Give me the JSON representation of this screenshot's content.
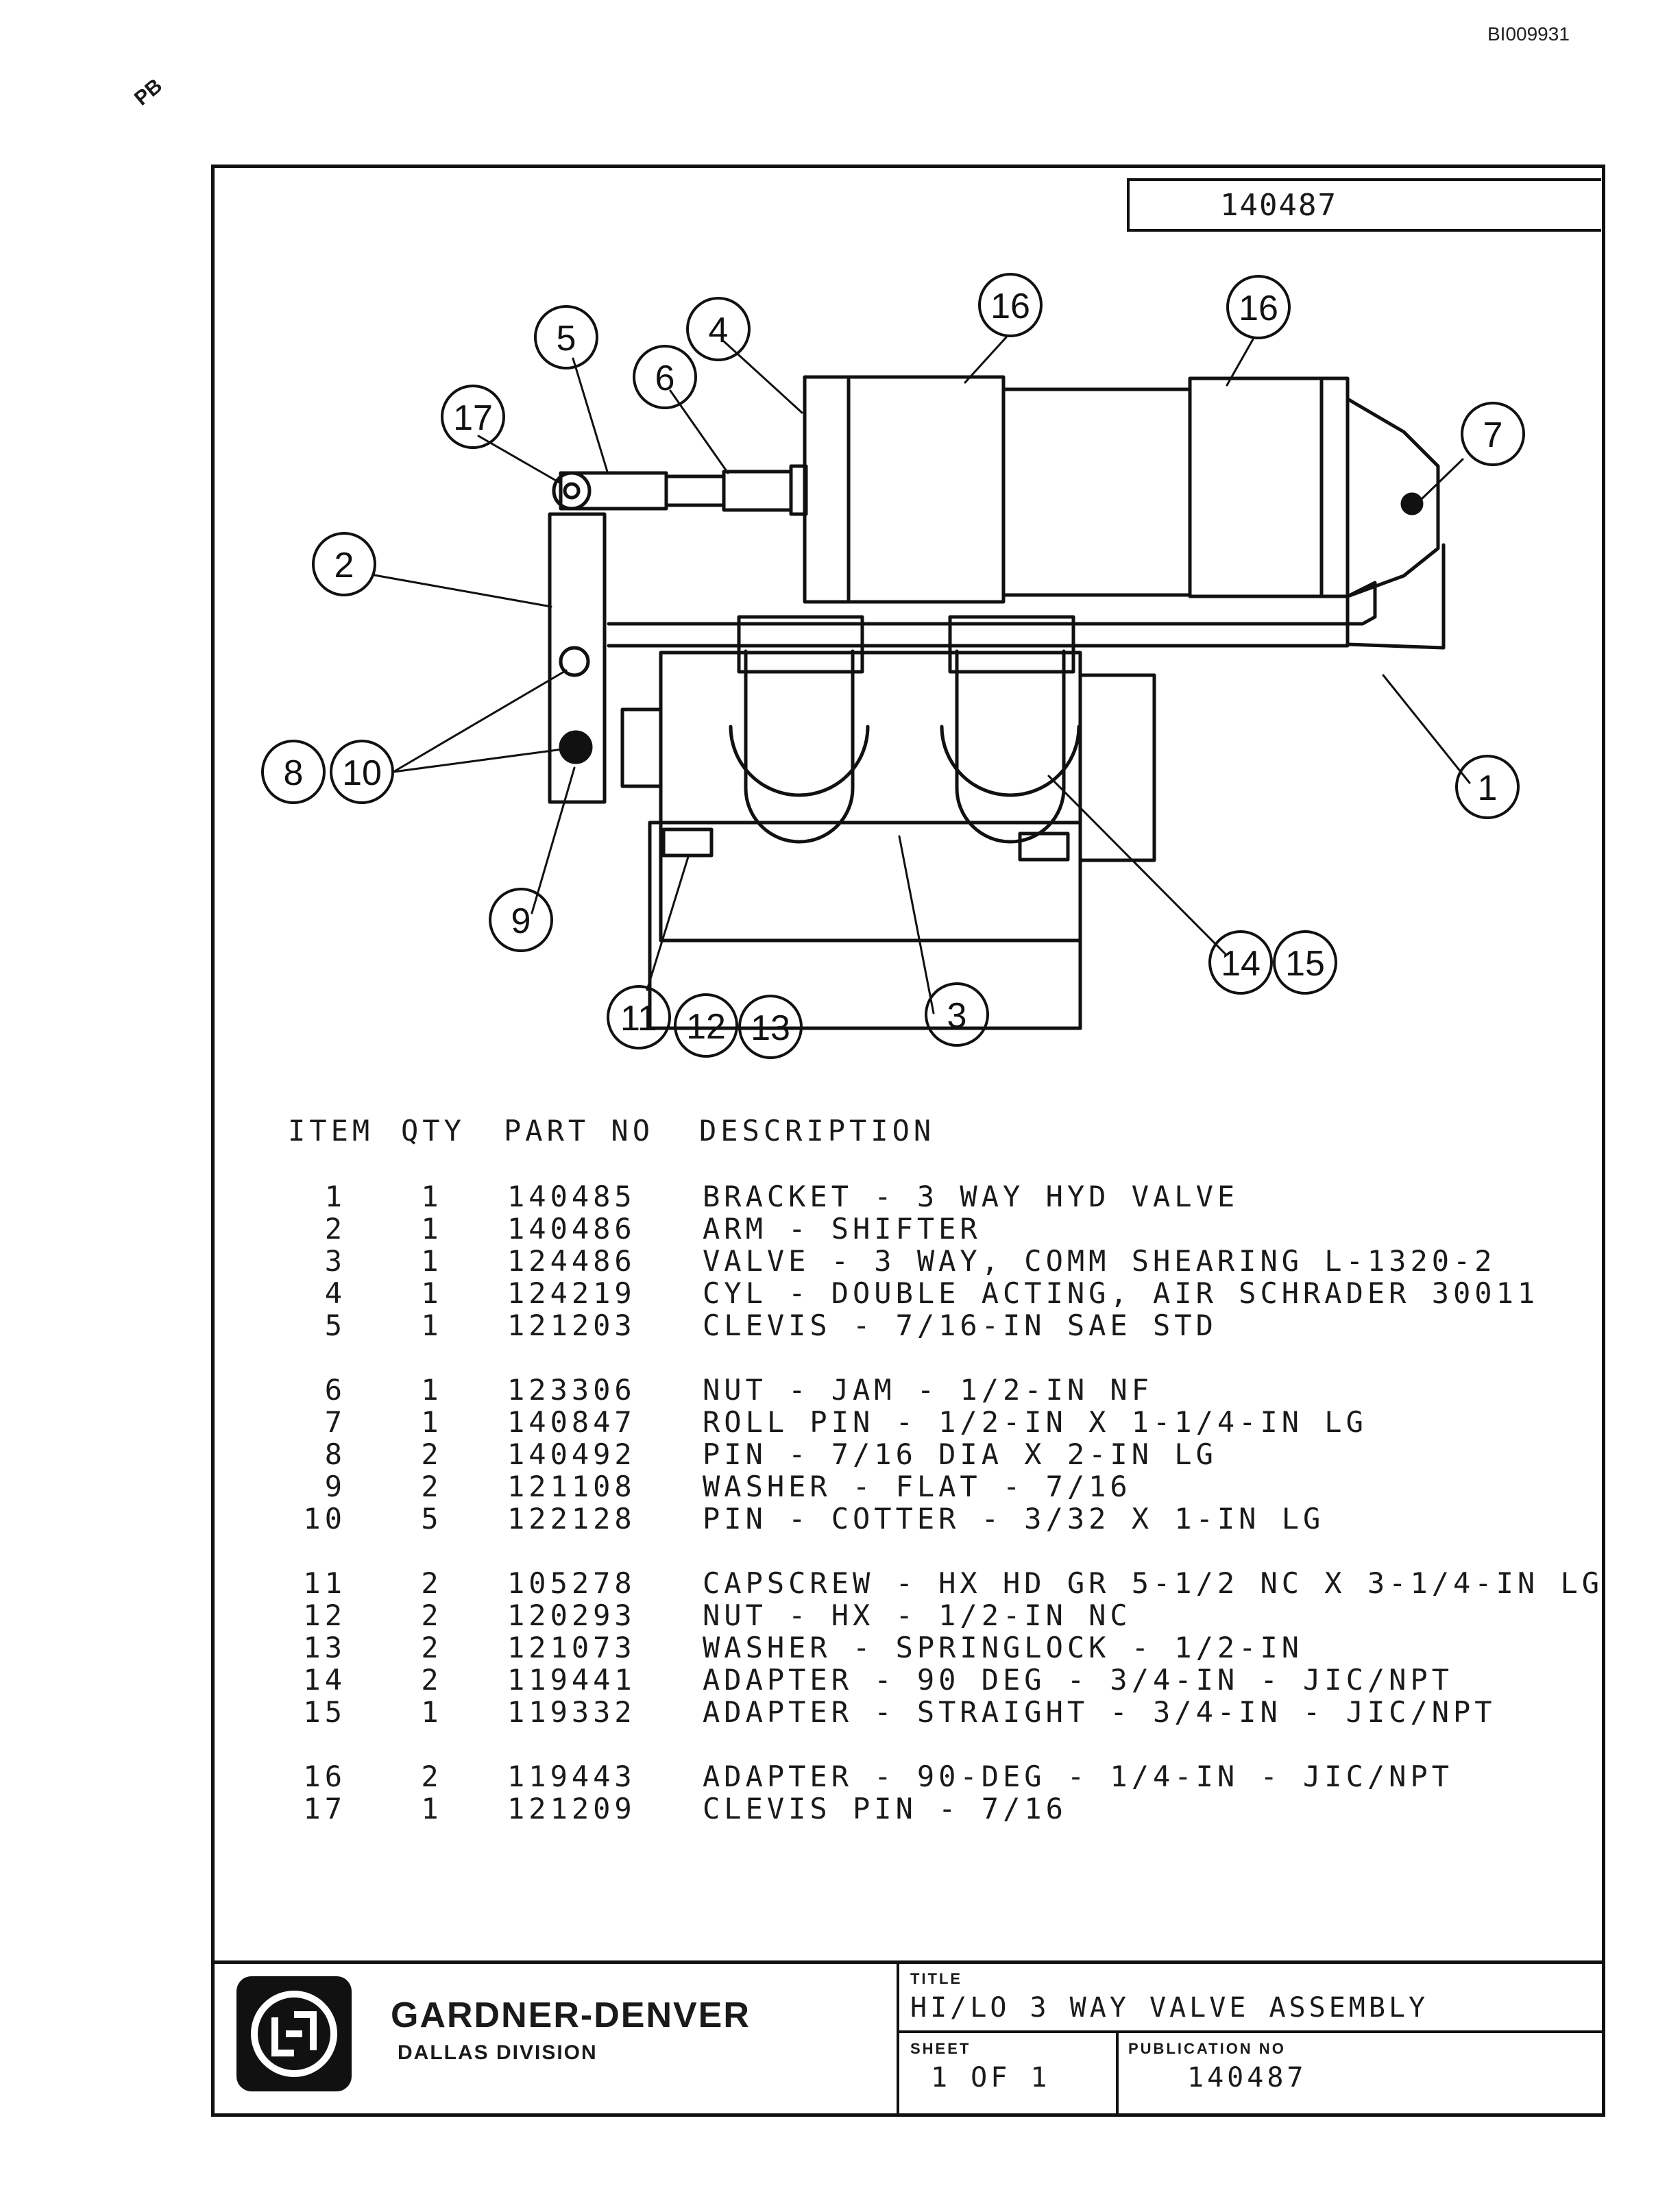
{
  "header": {
    "bates_number": "BI009931",
    "corner_mark": "PB",
    "drawing_number": "140487"
  },
  "balloons": [
    "17",
    "5",
    "6",
    "4",
    "16",
    "16",
    "7",
    "2",
    "8",
    "10",
    "9",
    "1",
    "14",
    "15",
    "11",
    "12",
    "13",
    "3"
  ],
  "parts_list": {
    "columns": {
      "item": "ITEM",
      "qty": "QTY",
      "part_no": "PART NO",
      "description": "DESCRIPTION"
    },
    "rows": [
      {
        "item": "1",
        "qty": "1",
        "part_no": "140485",
        "description": "BRACKET - 3 WAY HYD VALVE"
      },
      {
        "item": "2",
        "qty": "1",
        "part_no": "140486",
        "description": "ARM - SHIFTER"
      },
      {
        "item": "3",
        "qty": "1",
        "part_no": "124486",
        "description": "VALVE - 3 WAY, COMM SHEARING L-1320-2"
      },
      {
        "item": "4",
        "qty": "1",
        "part_no": "124219",
        "description": "CYL - DOUBLE ACTING, AIR SCHRADER 30011"
      },
      {
        "item": "5",
        "qty": "1",
        "part_no": "121203",
        "description": "CLEVIS - 7/16-IN SAE STD"
      },
      {
        "item": "6",
        "qty": "1",
        "part_no": "123306",
        "description": "NUT - JAM - 1/2-IN NF"
      },
      {
        "item": "7",
        "qty": "1",
        "part_no": "140847",
        "description": "ROLL PIN - 1/2-IN X 1-1/4-IN LG"
      },
      {
        "item": "8",
        "qty": "2",
        "part_no": "140492",
        "description": "PIN - 7/16 DIA X 2-IN LG"
      },
      {
        "item": "9",
        "qty": "2",
        "part_no": "121108",
        "description": "WASHER - FLAT - 7/16"
      },
      {
        "item": "10",
        "qty": "5",
        "part_no": "122128",
        "description": "PIN - COTTER - 3/32 X 1-IN LG"
      },
      {
        "item": "11",
        "qty": "2",
        "part_no": "105278",
        "description": "CAPSCREW - HX HD GR 5-1/2 NC X 3-1/4-IN LG"
      },
      {
        "item": "12",
        "qty": "2",
        "part_no": "120293",
        "description": "NUT - HX - 1/2-IN NC"
      },
      {
        "item": "13",
        "qty": "2",
        "part_no": "121073",
        "description": "WASHER - SPRINGLOCK - 1/2-IN"
      },
      {
        "item": "14",
        "qty": "2",
        "part_no": "119441",
        "description": "ADAPTER - 90 DEG - 3/4-IN - JIC/NPT"
      },
      {
        "item": "15",
        "qty": "1",
        "part_no": "119332",
        "description": "ADAPTER - STRAIGHT - 3/4-IN - JIC/NPT"
      },
      {
        "item": "16",
        "qty": "2",
        "part_no": "119443",
        "description": "ADAPTER - 90-DEG - 1/4-IN - JIC/NPT"
      },
      {
        "item": "17",
        "qty": "1",
        "part_no": "121209",
        "description": "CLEVIS PIN - 7/16"
      }
    ]
  },
  "title_block": {
    "company": "GARDNER-DENVER",
    "division": "DALLAS DIVISION",
    "title_label": "TITLE",
    "title": "HI/LO 3 WAY VALVE ASSEMBLY",
    "sheet_label": "SHEET",
    "sheet": "1 OF 1",
    "publication_label": "PUBLICATION NO",
    "publication_no": "140487"
  }
}
